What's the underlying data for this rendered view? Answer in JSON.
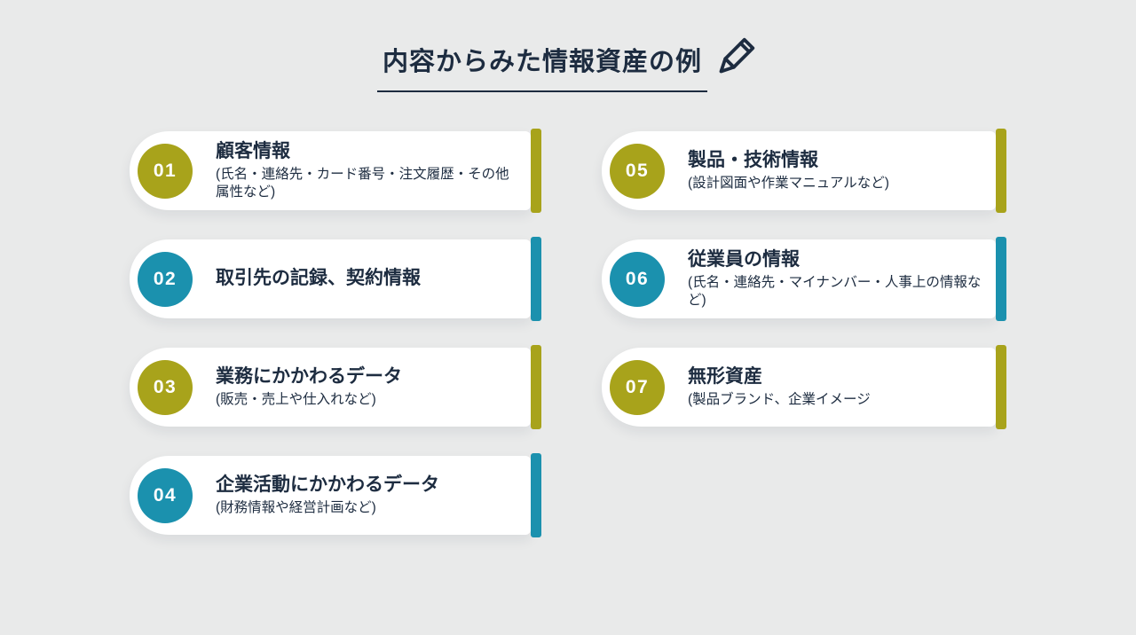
{
  "header": {
    "title": "内容からみた情報資産の例",
    "icon": "pencil-icon"
  },
  "colors": {
    "olive": "#a8a31b",
    "teal": "#1b91ae",
    "navy": "#1d2c40",
    "background": "#e9eaea",
    "card": "#ffffff"
  },
  "items": [
    {
      "number": "01",
      "title": "顧客情報",
      "subtitle": "(氏名・連絡先・カード番号・注文履歴・その他属性など)",
      "color": "olive"
    },
    {
      "number": "02",
      "title": "取引先の記録、契約情報",
      "subtitle": "",
      "color": "teal"
    },
    {
      "number": "03",
      "title": "業務にかかわるデータ",
      "subtitle": "(販売・売上や仕入れなど)",
      "color": "olive"
    },
    {
      "number": "04",
      "title": "企業活動にかかわるデータ",
      "subtitle": "(財務情報や経営計画など)",
      "color": "teal"
    },
    {
      "number": "05",
      "title": "製品・技術情報",
      "subtitle": "(設計図面や作業マニュアルなど)",
      "color": "olive"
    },
    {
      "number": "06",
      "title": "従業員の情報",
      "subtitle": "(氏名・連絡先・マイナンバー・人事上の情報など)",
      "color": "teal"
    },
    {
      "number": "07",
      "title": "無形資産",
      "subtitle": "(製品ブランド、企業イメージ",
      "color": "olive"
    }
  ]
}
